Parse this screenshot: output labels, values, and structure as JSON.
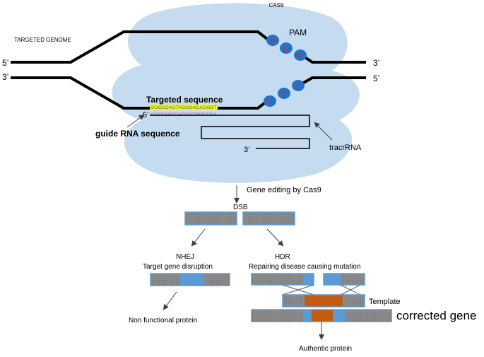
{
  "labels": {
    "cas9": "CAS9",
    "targeted_genome": "TARGETED GENOME",
    "pam": "PAM",
    "five_prime_top": "5’",
    "three_prime_top_right": "3’",
    "three_prime_left": "3’",
    "five_prime_right": "5’",
    "targeted_sequence": "Targeted sequence",
    "targeted_sequence_bases": "GGGCCAGTAGGGACAGGGT",
    "guide_five_prime": "5’",
    "guide_rna_bases": "CCCCGGTCATCCCTGTCCCA",
    "guide_rna_sequence": "guide RNA sequence",
    "tracrrna": "tracrRNA",
    "loop_three_prime": "3’",
    "gene_editing": "Gene editing by Cas9",
    "dsb": "DSB",
    "nhej": "NHEJ",
    "target_gene_disruption": "Target gene disruption",
    "hdr": "HDR",
    "repairing_mutation": "Repairing disease causing mutation",
    "template": "Template",
    "corrected_gene": "corrected gene",
    "non_functional_protein": "Non functional protein",
    "authentic_protein": "Authentic protein"
  },
  "pam_bases_top": [
    "N",
    "G",
    "G"
  ],
  "pam_bases_bottom": [
    "N",
    "C",
    "C"
  ],
  "colors": {
    "cas9_blob": "#c5dbf0",
    "strand": "#000000",
    "nucleotide_fill": "#1f74c8",
    "nucleotide_text": "#e8231d",
    "highlight": "#ffff00",
    "guide_rna_text": "#c0307a",
    "gene_grey": "#808080",
    "gene_blue": "#5b9bd5",
    "template_orange": "#c55a11",
    "arrow": "#404040"
  }
}
